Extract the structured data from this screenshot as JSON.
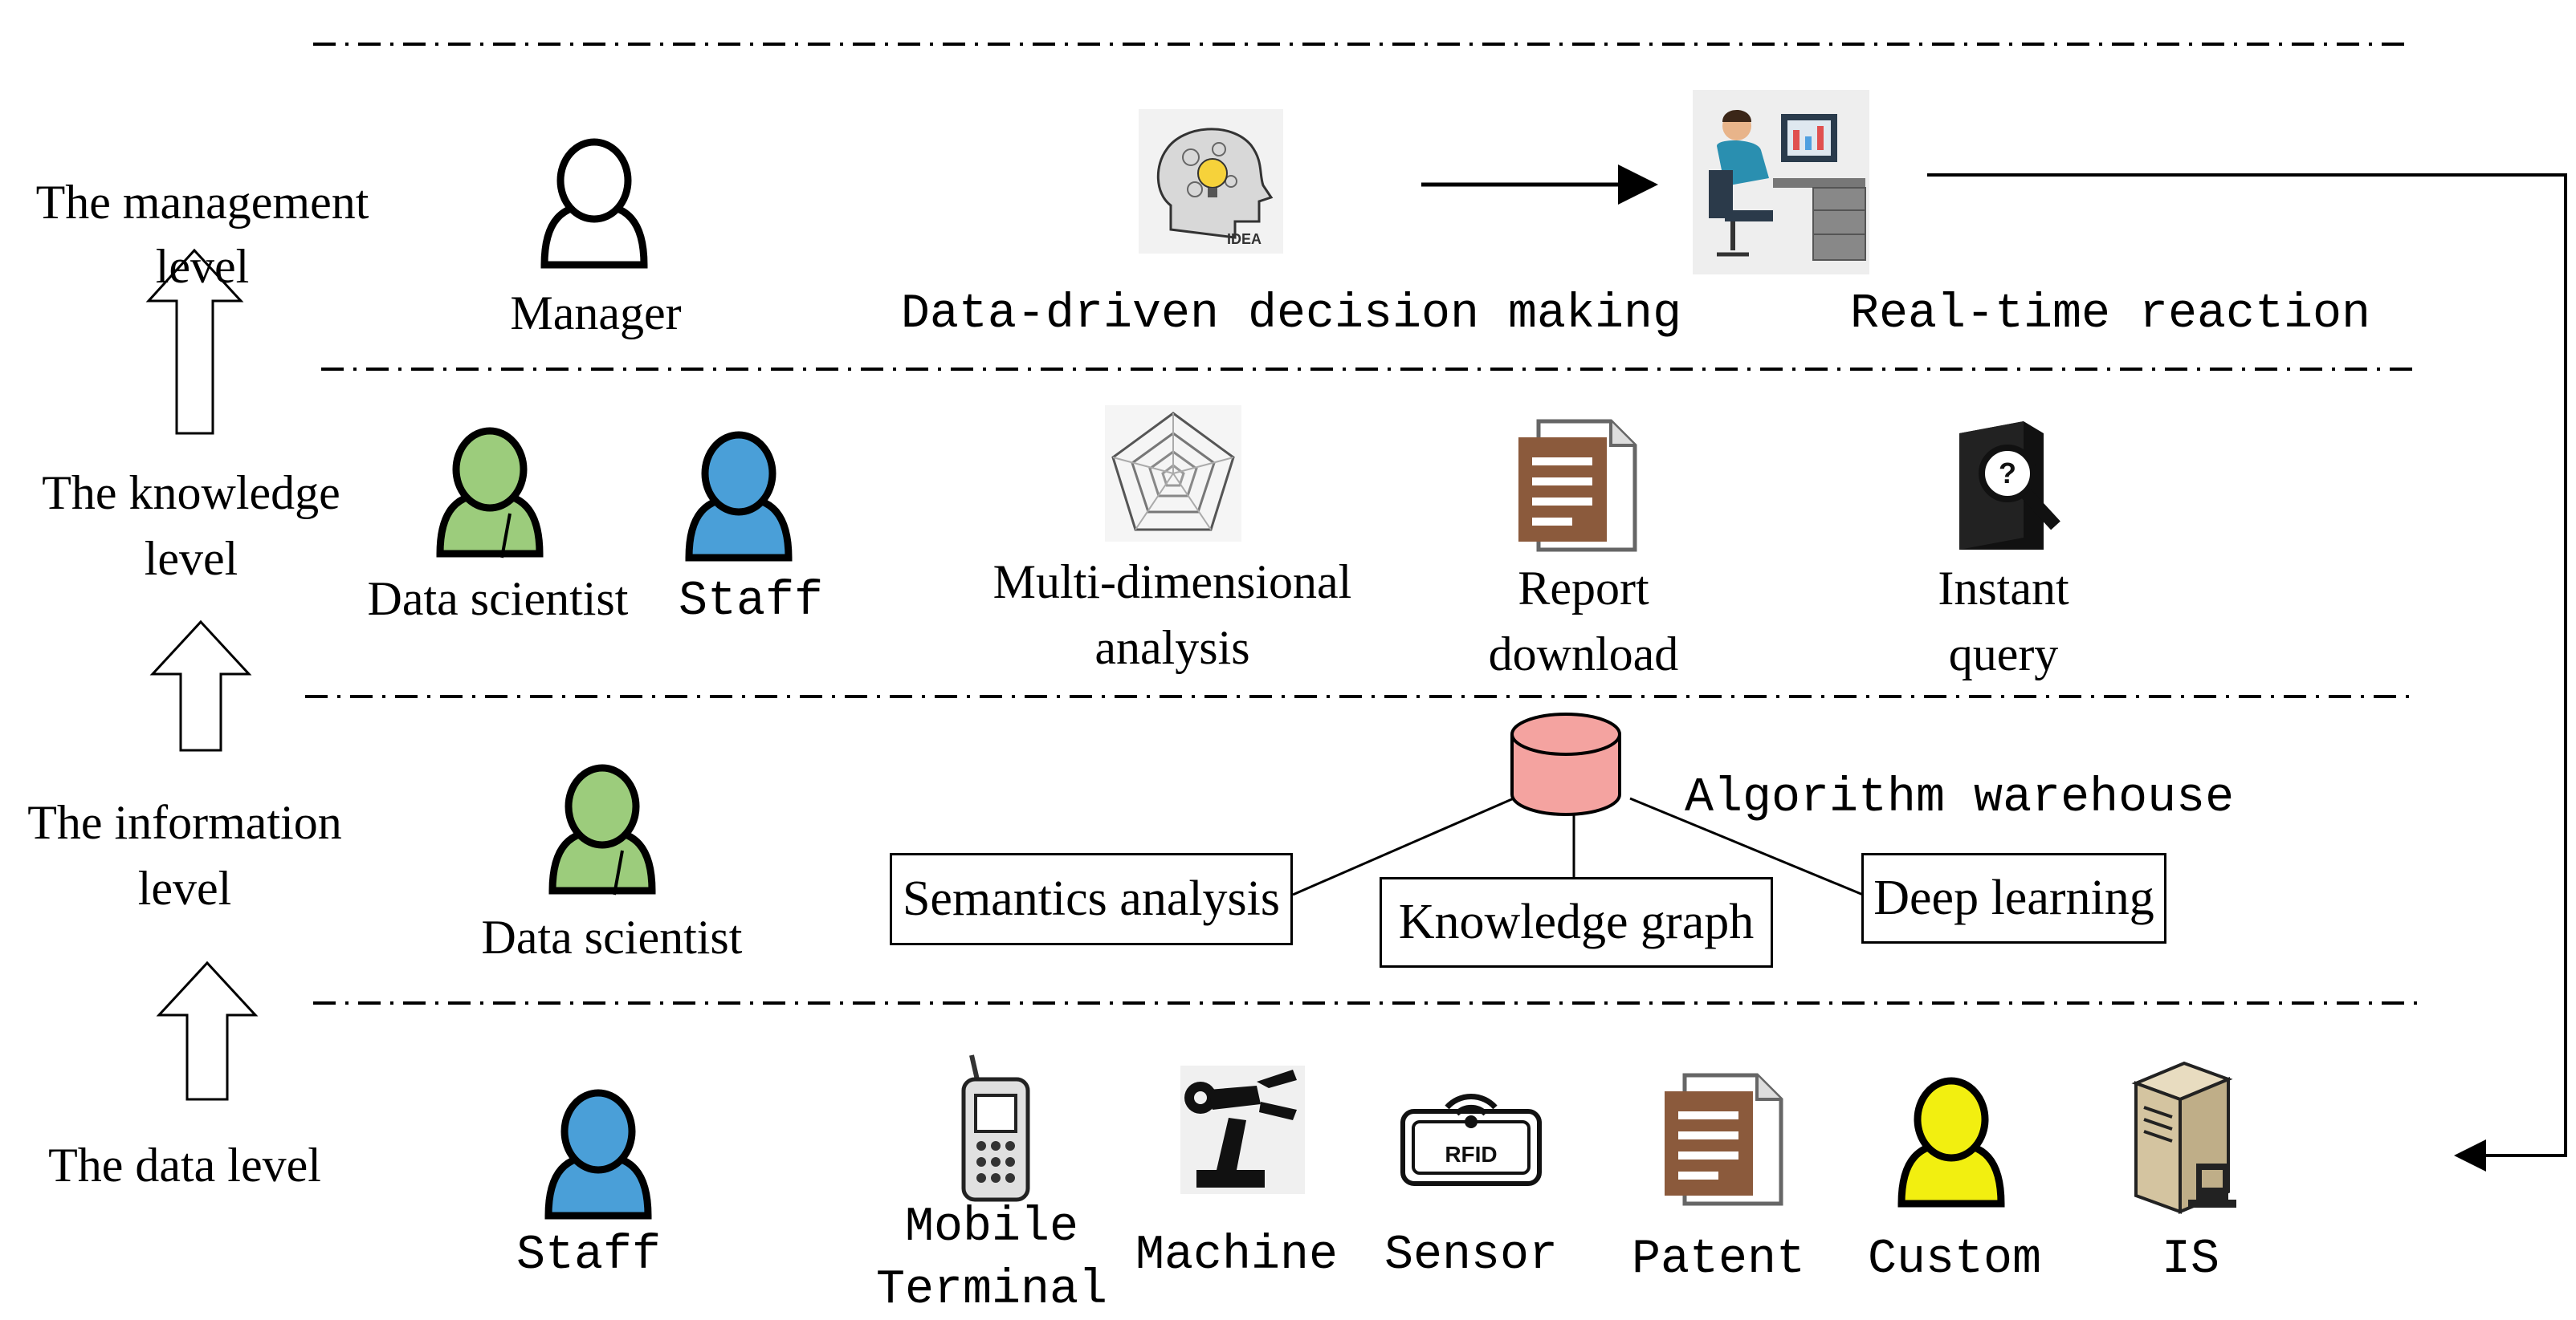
{
  "levels": {
    "management": {
      "label_line1": "The management",
      "label_line2": "level"
    },
    "knowledge": {
      "label_line1": "The knowledge",
      "label_line2": "level"
    },
    "information": {
      "label_line1": "The information",
      "label_line2": "level"
    },
    "data": {
      "label": "The data level"
    }
  },
  "management_row": {
    "manager": "Manager",
    "decision": "Data-driven decision making",
    "reaction": "Real-time reaction",
    "idea_icon_text": "IDEA"
  },
  "knowledge_row": {
    "data_scientist": "Data scientist",
    "staff": "Staff",
    "multi_line1": "Multi-dimensional",
    "multi_line2": "analysis",
    "report_line1": "Report",
    "report_line2": "download",
    "query_line1": "Instant",
    "query_line2": "query"
  },
  "information_row": {
    "data_scientist": "Data scientist",
    "warehouse": "Algorithm warehouse",
    "semantics": "Semantics analysis",
    "knowledge_graph": "Knowledge graph",
    "deep_learning": "Deep learning"
  },
  "data_row": {
    "staff": "Staff",
    "mobile_line1": "Mobile",
    "mobile_line2": "Terminal",
    "machine": "Machine",
    "sensor": "Sensor",
    "patent": "Patent",
    "custom": "Custom",
    "is": "IS",
    "rfid_text": "RFID"
  },
  "colors": {
    "manager_person": "#ffffff",
    "data_scientist_person": "#9ccc7c",
    "staff_person": "#4a9fd8",
    "custom_person": "#f2ef10",
    "database": "#f4a3a0",
    "document": "#8b5a3c"
  }
}
